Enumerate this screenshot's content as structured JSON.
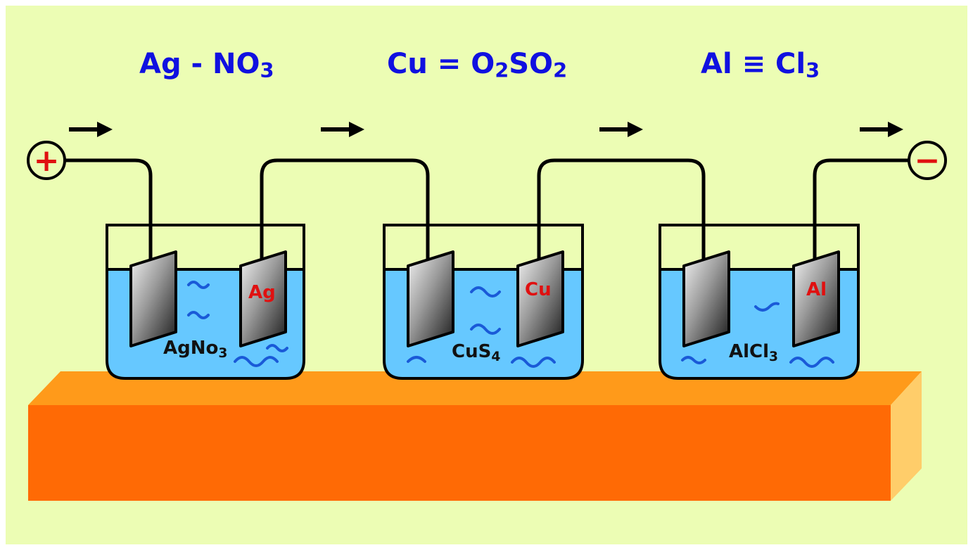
{
  "colors": {
    "background": "#ecfdb4",
    "border": "#ffffff",
    "liquid": "#66c8ff",
    "table_top": "#ff9a1a",
    "table_front": "#ff6a05",
    "table_side": "#ffcd6a",
    "formula": "#1010e0",
    "electrode_label": "#e01010",
    "plus_sign": "#e01010",
    "minus_sign": "#e01010"
  },
  "terminals": {
    "positive": "+",
    "negative": "−"
  },
  "formulas": [
    {
      "pre": "Ag - NO",
      "sub": "3",
      "post": ""
    },
    {
      "pre": "Cu = O",
      "sub": "2",
      "post": "SO",
      "sub2": "2"
    },
    {
      "pre": "Al ≡ Cl",
      "sub": "3",
      "post": ""
    }
  ],
  "cells": [
    {
      "electrode": "Ag",
      "solution_main": "AgNo",
      "solution_sub": "3"
    },
    {
      "electrode": "Cu",
      "solution_main": "CuS",
      "solution_sub": "4"
    },
    {
      "electrode": "Al",
      "solution_main": "AlCl",
      "solution_sub": "3"
    }
  ],
  "current_arrows": [
    "right",
    "right",
    "right",
    "right"
  ]
}
